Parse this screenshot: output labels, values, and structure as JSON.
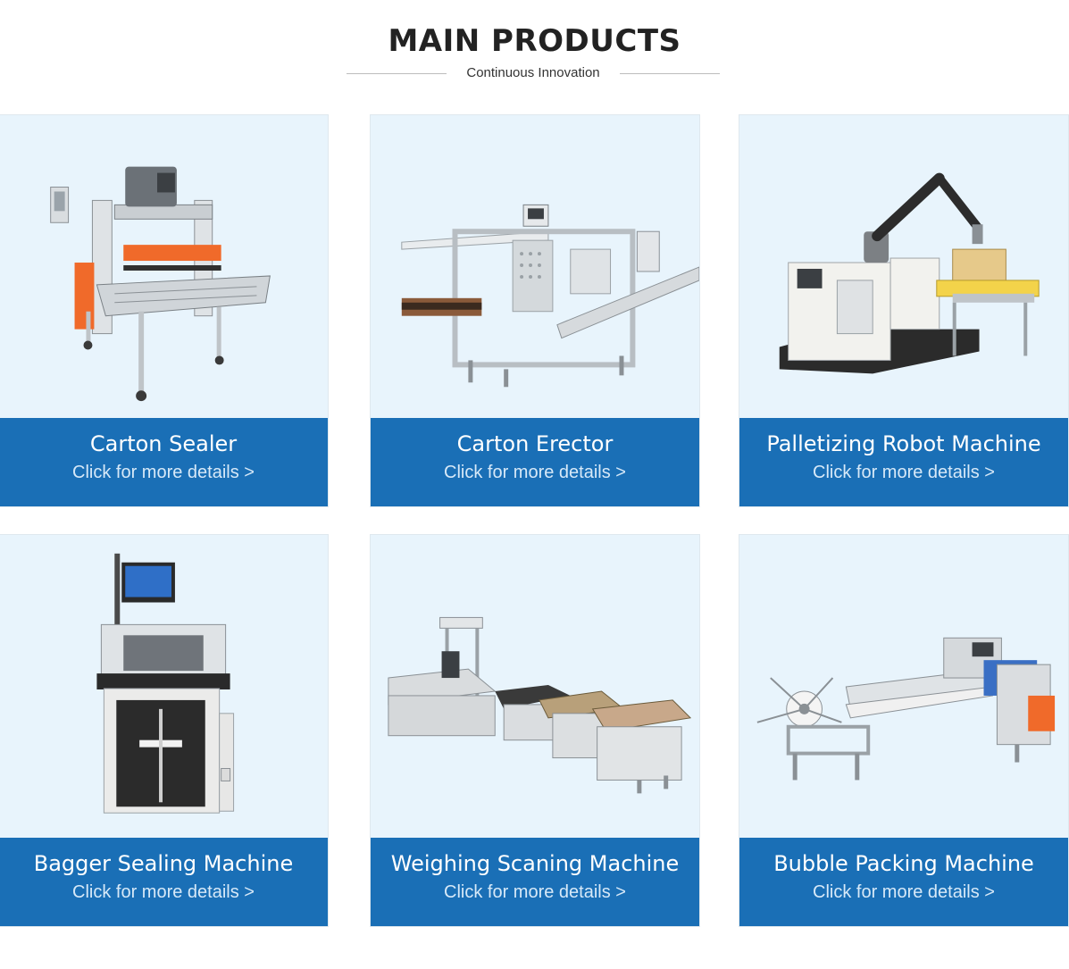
{
  "header": {
    "title": "MAIN PRODUCTS",
    "subtitle": "Continuous Innovation"
  },
  "products": [
    {
      "name": "Carton Sealer",
      "link": "Click for more details >",
      "icon": "carton-sealer-machine"
    },
    {
      "name": "Carton Erector",
      "link": "Click for more details >",
      "icon": "carton-erector-machine"
    },
    {
      "name": "Palletizing Robot Machine",
      "link": "Click for more details >",
      "icon": "palletizing-robot-machine"
    },
    {
      "name": "Bagger Sealing Machine",
      "link": "Click for more details >",
      "icon": "bagger-sealing-machine"
    },
    {
      "name": "Weighing Scaning Machine",
      "link": "Click for more details >",
      "icon": "weighing-scanning-machine"
    },
    {
      "name": "Bubble Packing Machine",
      "link": "Click for more details >",
      "icon": "bubble-packing-machine"
    }
  ],
  "colors": {
    "card_background": "#e8f4fc",
    "footer_blue": "#1a6fb6",
    "accent_orange": "#f06a2a",
    "title_dark": "#222222"
  }
}
